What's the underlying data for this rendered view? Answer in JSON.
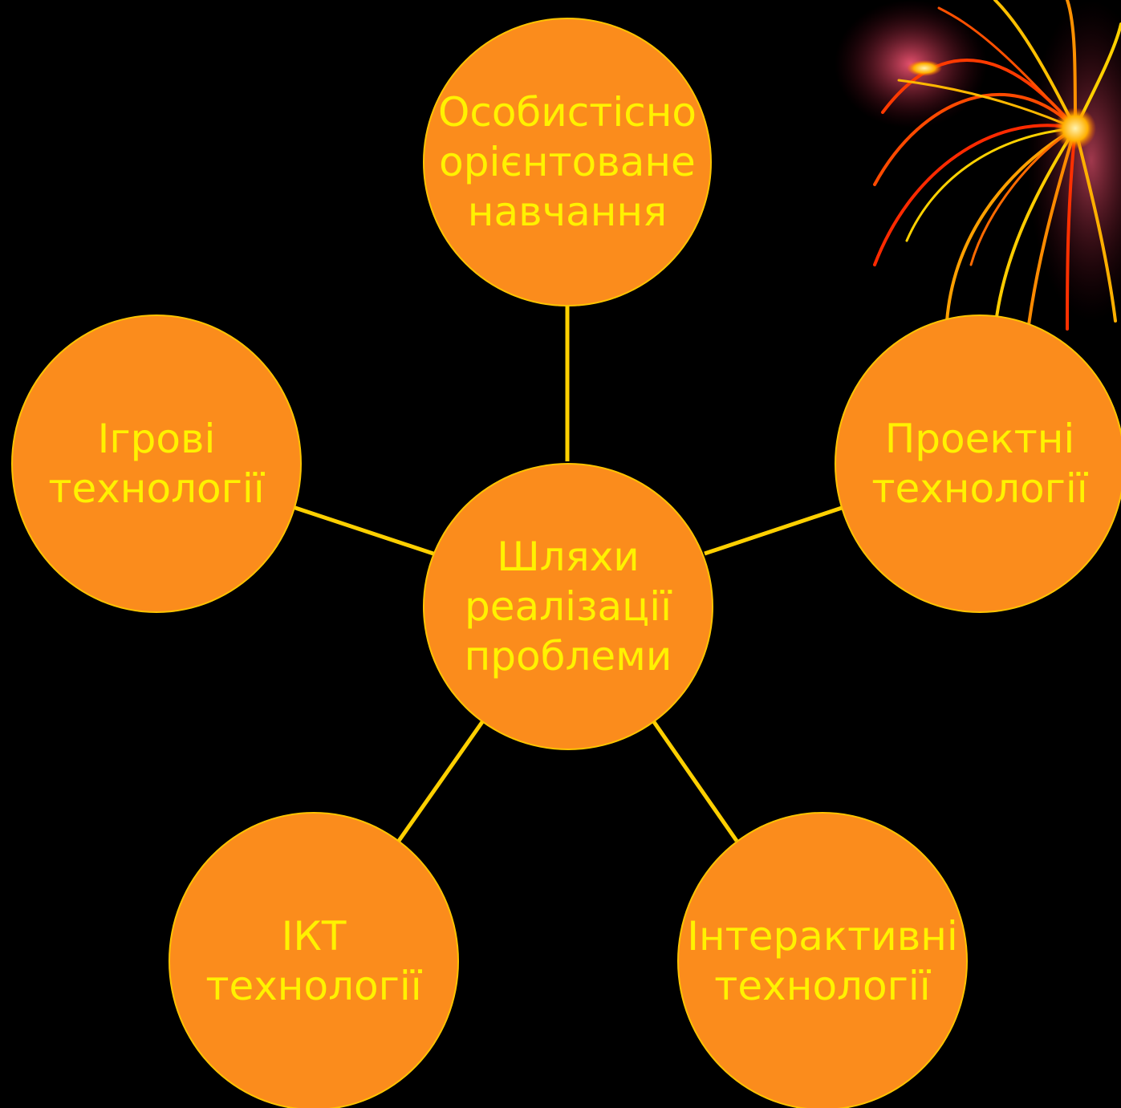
{
  "diagram": {
    "center": {
      "lines": [
        "Шляхи",
        "реалізації",
        "проблеми"
      ]
    },
    "nodes": [
      {
        "id": "top",
        "lines": [
          "Особистісно",
          "орієнтоване",
          "навчання"
        ]
      },
      {
        "id": "left",
        "lines": [
          "Ігрові",
          "технології"
        ]
      },
      {
        "id": "right",
        "lines": [
          "Проектні",
          "технології"
        ]
      },
      {
        "id": "bottom-left",
        "lines": [
          "ІКТ",
          "технології"
        ]
      },
      {
        "id": "bottom-right",
        "lines": [
          "Інтерактивні",
          "технології"
        ]
      }
    ]
  },
  "colors": {
    "background": "#000000",
    "node_fill": "#fb8c1c",
    "node_border": "#ffc400",
    "text": "#fff200",
    "connector": "#ffd000"
  },
  "decoration": {
    "icon": "firework-icon"
  }
}
